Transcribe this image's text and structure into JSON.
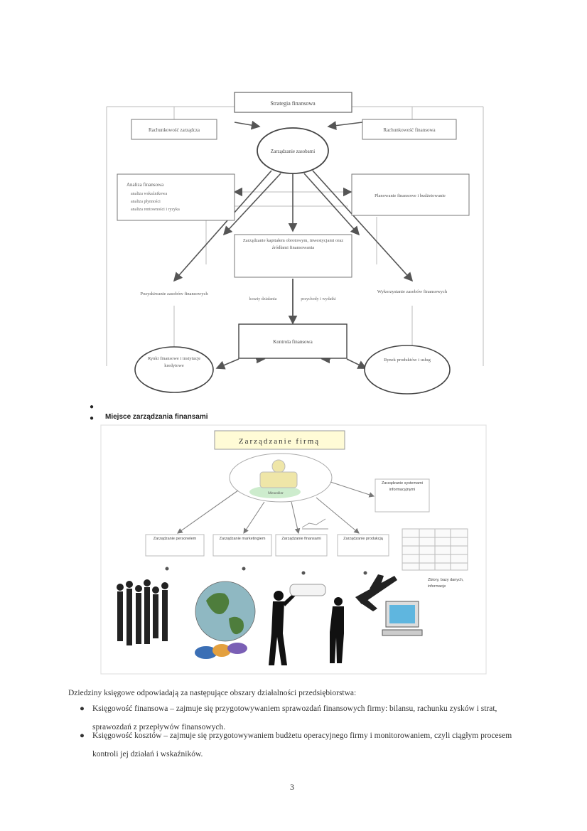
{
  "diagram1": {
    "top_box": "Strategia finansowa",
    "left_box1": "Rachunkowość zarządcza",
    "right_box1": "Rachunkowość finansowa",
    "center_ellipse": "Zarządzanie zasobami",
    "left_box2_title": "Analiza finansowa",
    "left_box2_items": [
      "analiza wskaźnikowa",
      "analiza płynności",
      "analiza rentowności i ryzyka"
    ],
    "right_box2": "Planowanie finansowe i budżetowanie",
    "center_box": "Zarządzanie kapitałem obrotowym, inwestycjami oraz źródłami finansowania",
    "left_mid": "Pozyskiwanie zasobów finansowych",
    "right_mid": "Wykorzystanie zasobów finansowych",
    "center_label_left": "koszty działania",
    "center_label_right": "przychody i wydatki",
    "bottom_box": "Kontrola finansowa",
    "bottom_left_ellipse": "Rynki finansowe i instytucje kredytowe",
    "bottom_right_ellipse": "Rynek produktów i usług"
  },
  "bullets": {
    "empty_bullet": "",
    "section_heading": "Miejsce zarządzania finansami"
  },
  "diagram2": {
    "title": "Zarządzanie firmą",
    "center_label": "Menedżer",
    "top_right": "Zarządzanie systemami informacyjnymi",
    "boxes": [
      "Zarządzanie personelem",
      "Zarządzanie marketingiem",
      "Zarządzanie finansami",
      "Zarządzanie produkcją"
    ],
    "side_text": "Zbiory, bazy danych, informacje"
  },
  "text": {
    "intro": "Dziedziny księgowe odpowiadają za następujące obszary działalności przedsiębiorstwa:",
    "items": [
      "Księgowość finansowa – zajmuje się przygotowywaniem sprawozdań finansowych firmy: bilansu, rachunku zysków i strat, sprawozdań z przepływów finansowych.",
      "Księgowość kosztów – zajmuje się przygotowywaniem budżetu operacyjnego firmy i monitorowaniem, czyli ciągłym procesem kontroli jej działań i wskaźników."
    ],
    "page_number": "3"
  }
}
